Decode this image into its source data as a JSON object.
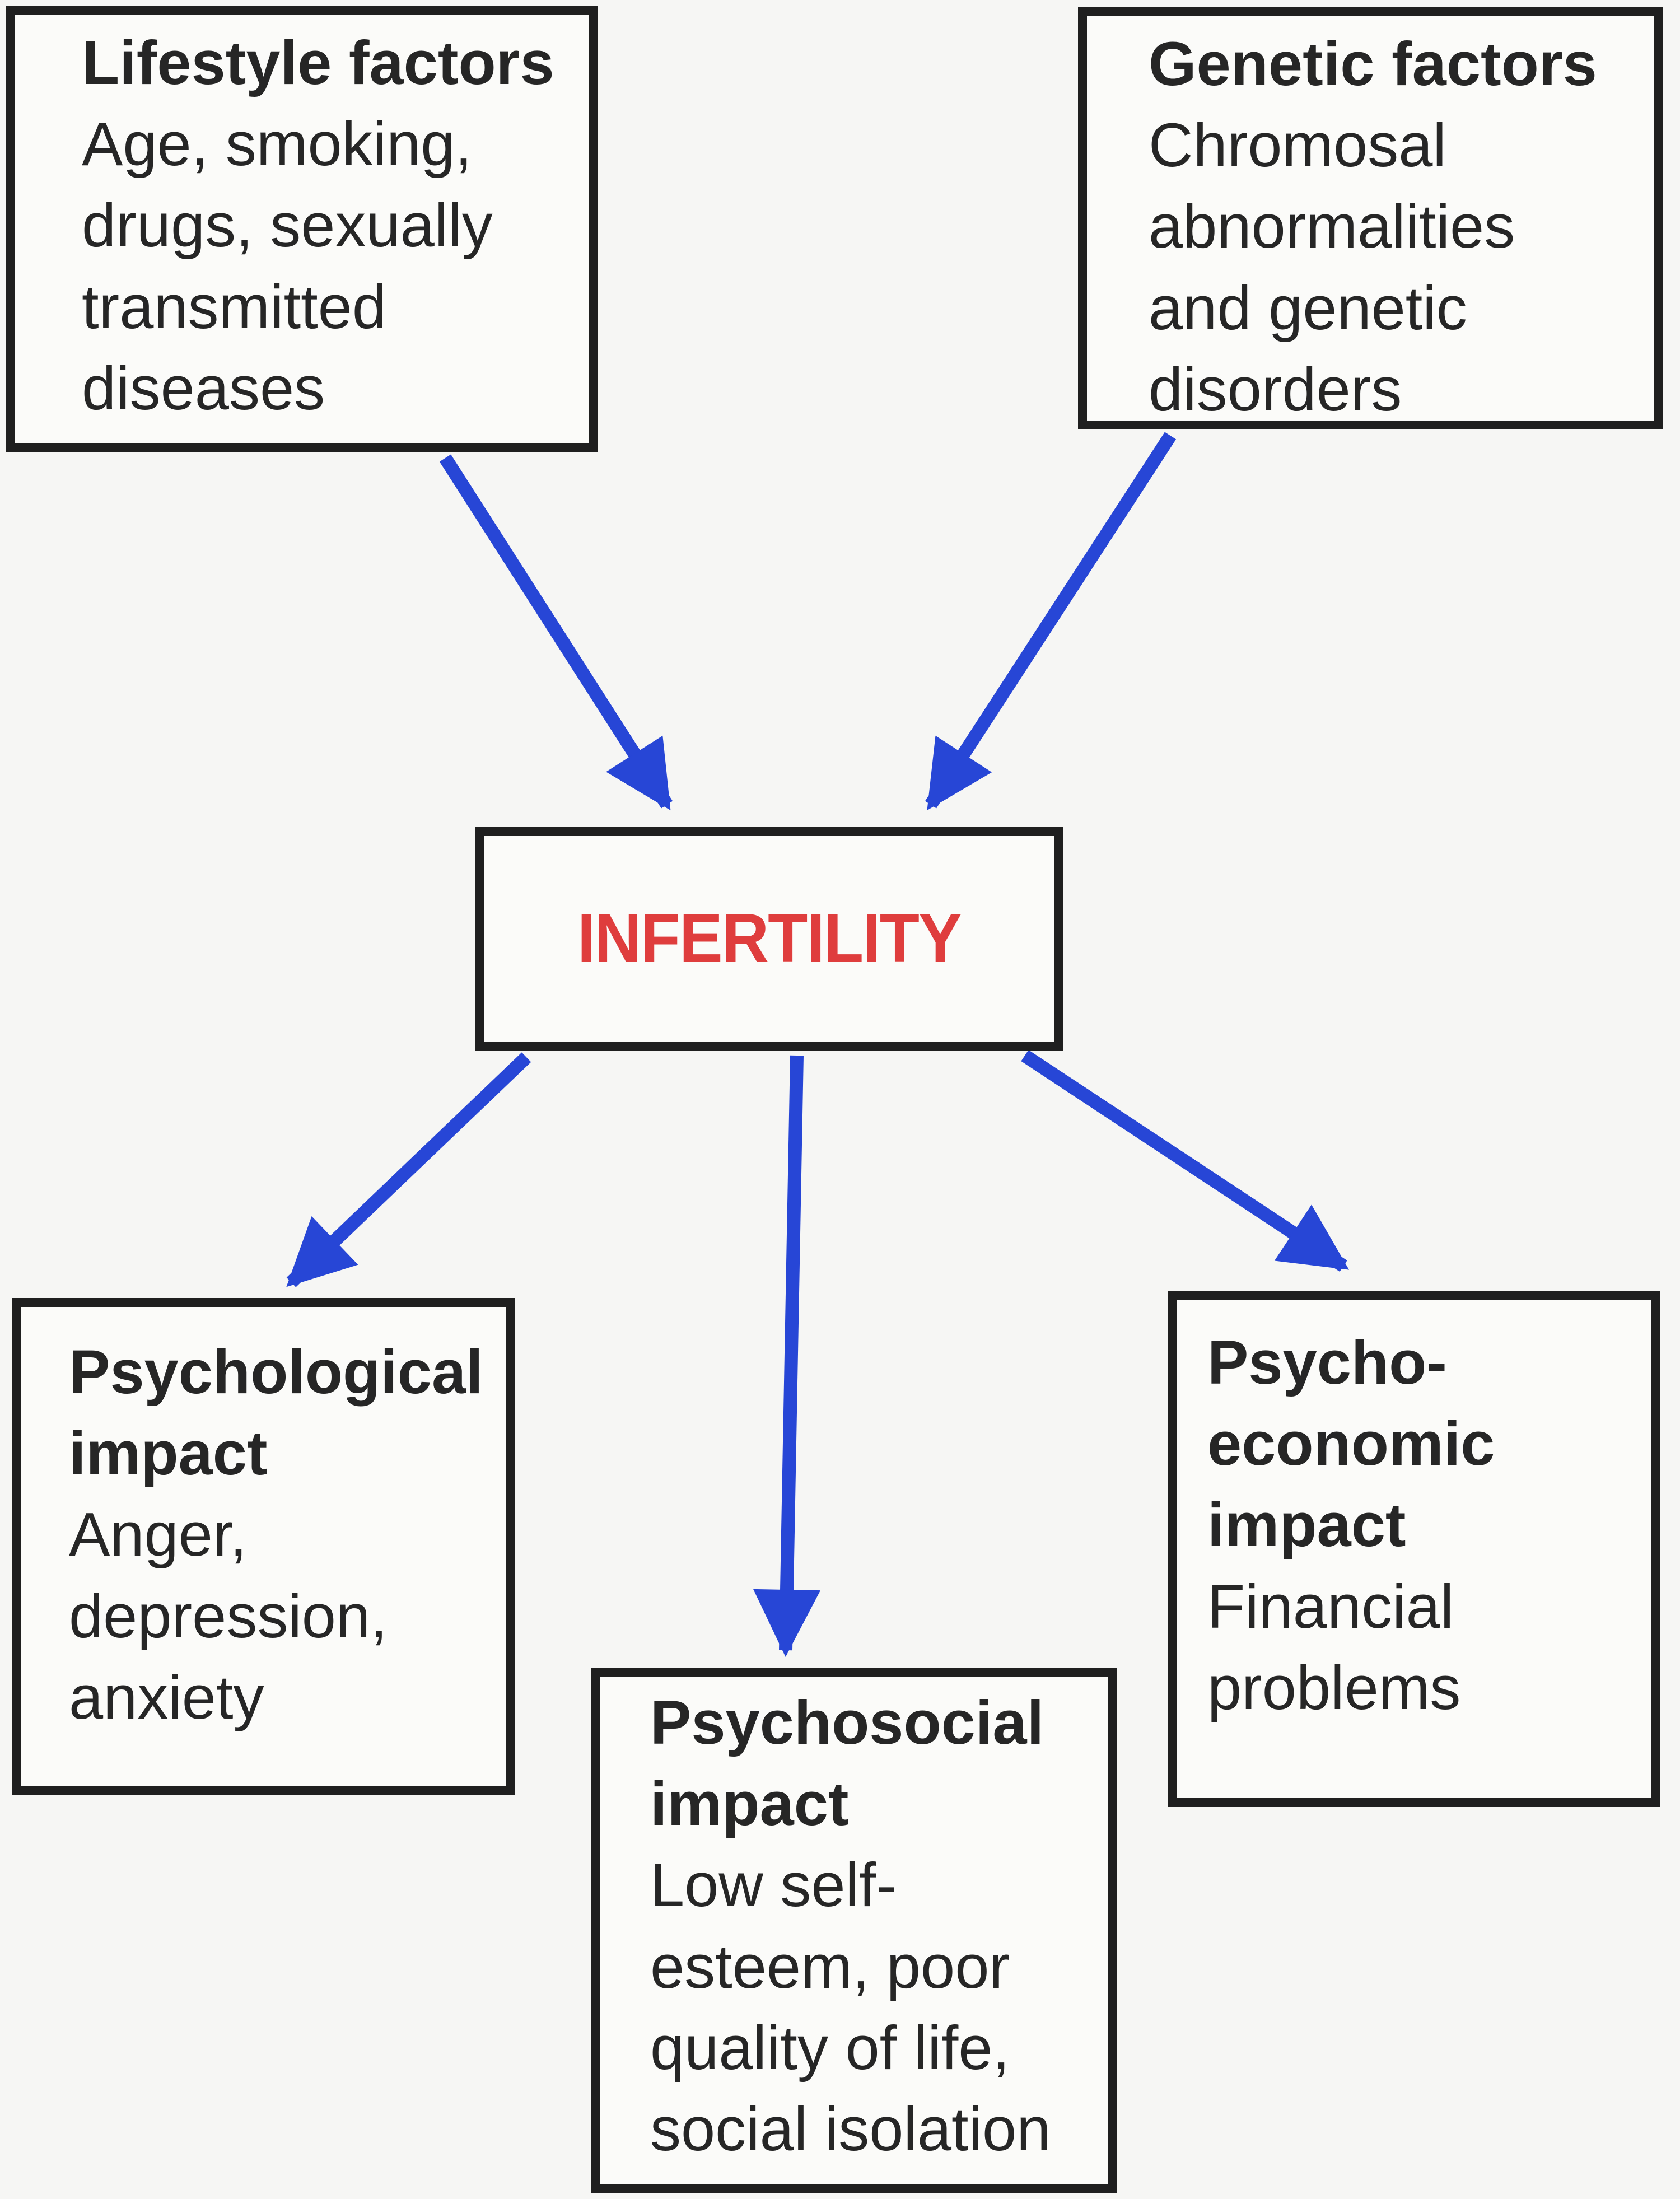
{
  "page": {
    "title": "Causes and impacts of infertility diagram"
  },
  "colors": {
    "page_bg": "#f6f6f4",
    "box_bg": "#fbfbf9",
    "box_border": "#1f1f1f",
    "text": "#262626",
    "accent_red": "#df3d3d",
    "arrow_blue": "#2746d6"
  },
  "boxes": {
    "lifestyle": {
      "title": "Lifestyle factors",
      "body": "Age, smoking,\ndrugs, sexually\ntransmitted\ndiseases"
    },
    "genetic": {
      "title": "Genetic factors",
      "body": "Chromosal\nabnormalities\nand genetic\ndisorders"
    },
    "infertility": {
      "label": "INFERTILITY"
    },
    "psychological": {
      "title": "Psychological\nimpact",
      "body": "Anger,\ndepression,\nanxiety"
    },
    "psychosocial": {
      "title": "Psychosocial\nimpact",
      "body": "Low self-\nesteem, poor\nquality of life,\nsocial isolation"
    },
    "psychoeconomic": {
      "title": "Psycho-\neconomic impact",
      "body": "Financial\nproblems"
    }
  },
  "arrows": [
    {
      "name": "lifestyle-to-infertility",
      "from": "Lifestyle factors",
      "to": "INFERTILITY"
    },
    {
      "name": "genetic-to-infertility",
      "from": "Genetic factors",
      "to": "INFERTILITY"
    },
    {
      "name": "infertility-to-psychological",
      "from": "INFERTILITY",
      "to": "Psychological impact"
    },
    {
      "name": "infertility-to-psychosocial",
      "from": "INFERTILITY",
      "to": "Psychosocial impact"
    },
    {
      "name": "infertility-to-psychoeconomic",
      "from": "INFERTILITY",
      "to": "Psycho-economic impact"
    }
  ]
}
